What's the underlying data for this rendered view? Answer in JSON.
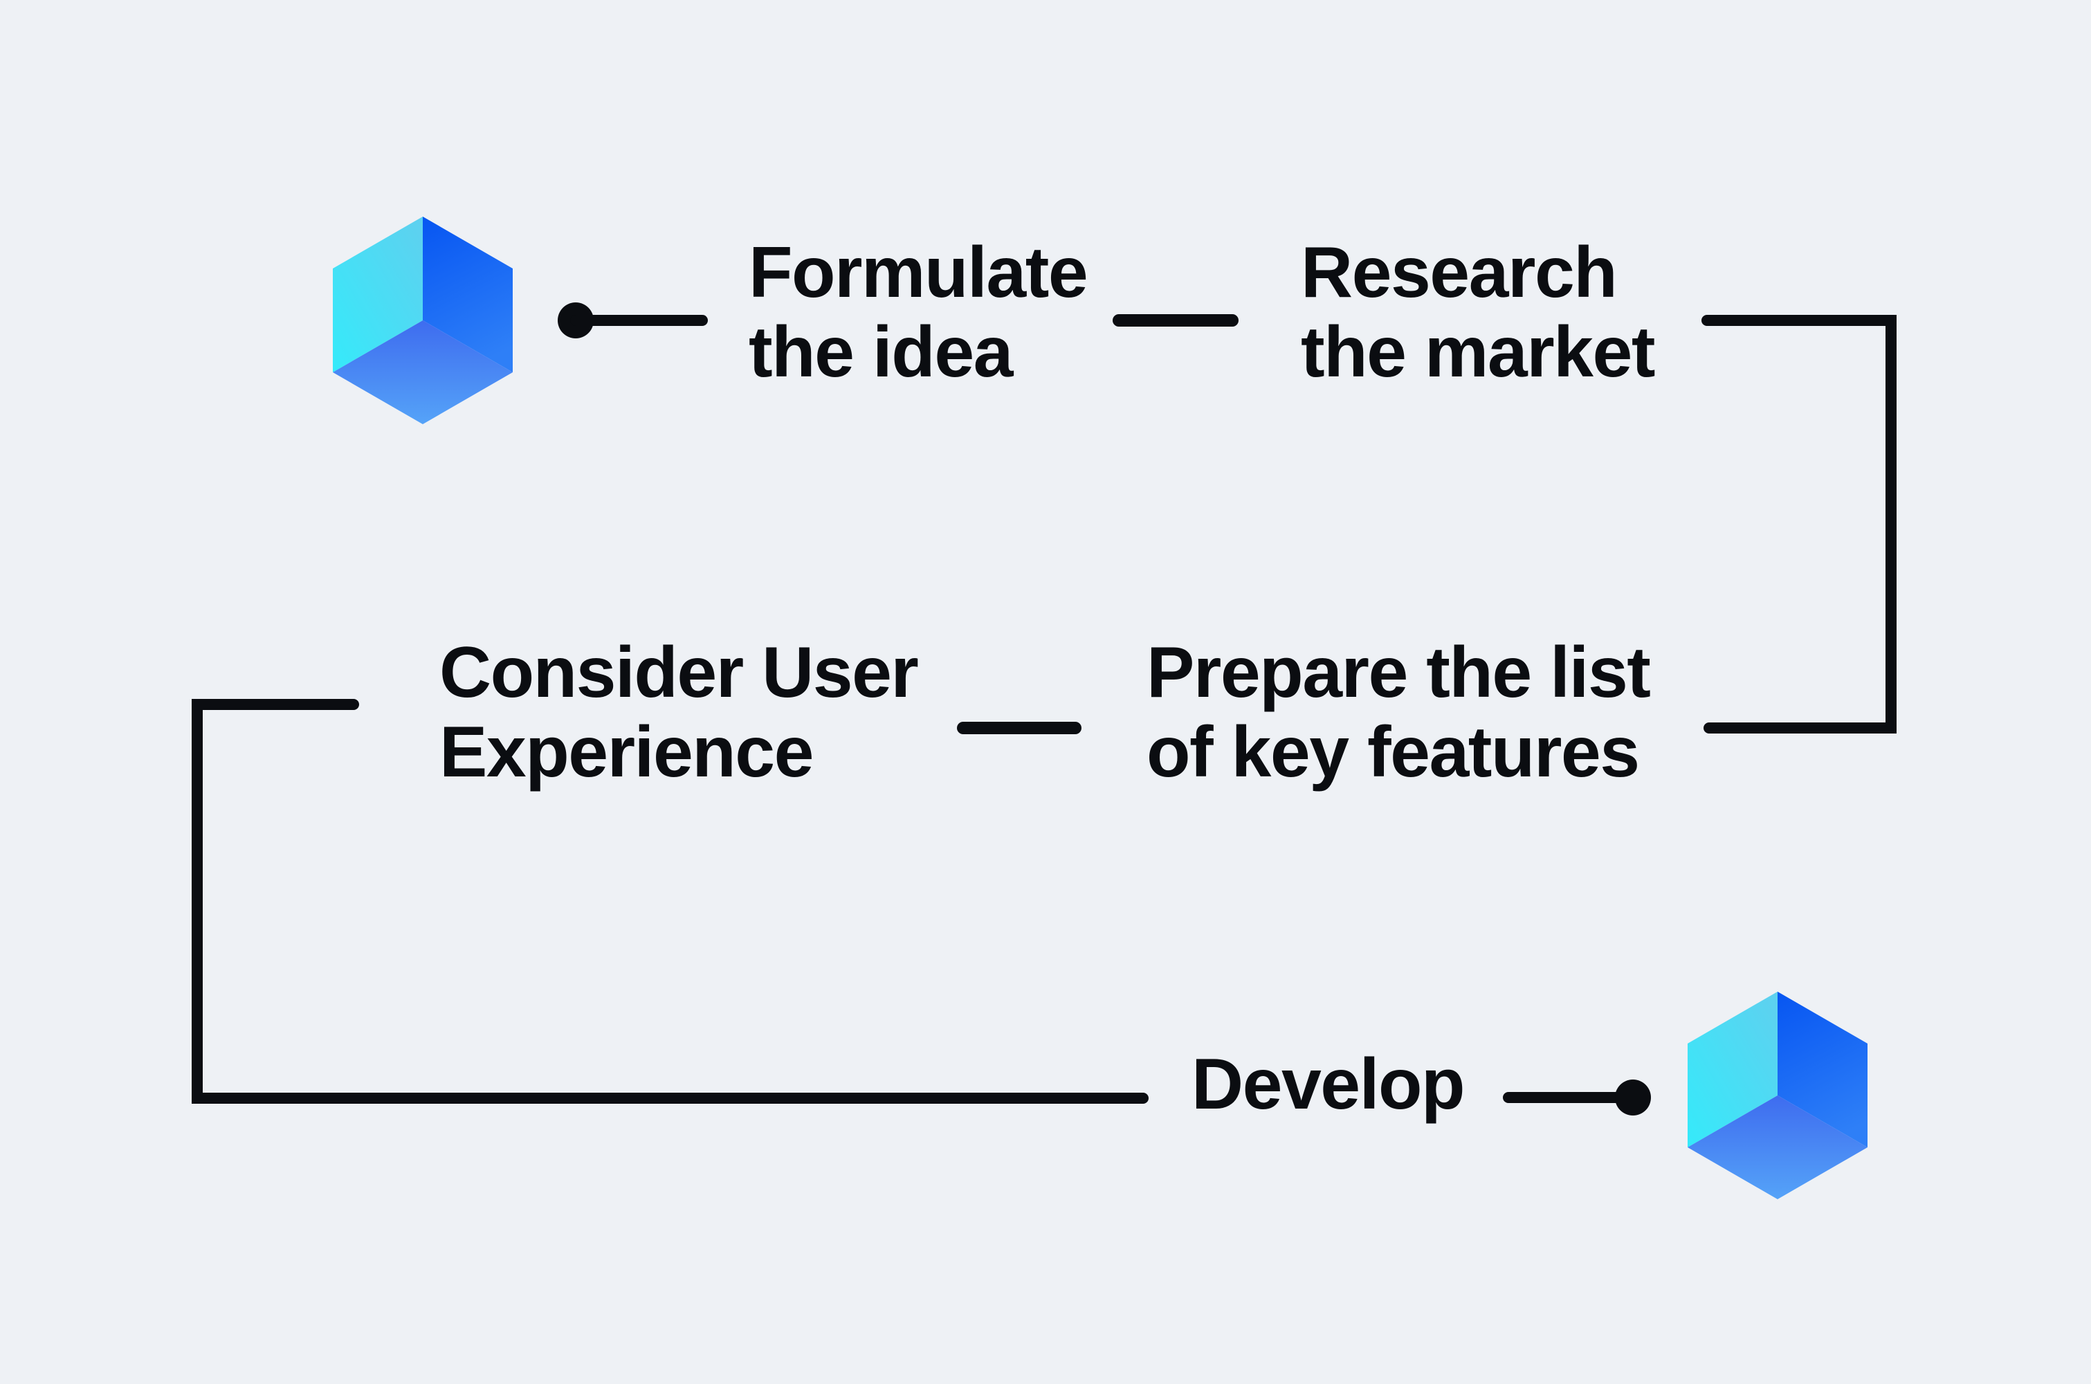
{
  "canvas": {
    "background": "#EEF1F5",
    "ink": "#0B0D11"
  },
  "flow": {
    "steps": [
      {
        "name": "formulate-idea",
        "label": "Formulate the idea",
        "lines": [
          "Formulate",
          "the idea"
        ]
      },
      {
        "name": "research-market",
        "label": "Research the market",
        "lines": [
          "Research",
          "the market"
        ]
      },
      {
        "name": "prepare-key-features",
        "label": "Prepare the list of key features",
        "lines": [
          "Prepare the list",
          "of key features"
        ]
      },
      {
        "name": "consider-ux",
        "label": "Consider User Experience",
        "lines": [
          "Consider User",
          "Experience"
        ]
      },
      {
        "name": "develop",
        "label": "Develop",
        "lines": [
          "Develop"
        ]
      }
    ],
    "icons": {
      "start": "cube-3d-icon",
      "end": "cube-3d-icon"
    }
  },
  "cube_colors": {
    "left_face": [
      "#35EAFA",
      "#5FD0EF"
    ],
    "right_face": [
      "#0857F2",
      "#2E7FF7"
    ],
    "bottom_face": [
      "#3E6CEF",
      "#55A3F8"
    ]
  }
}
